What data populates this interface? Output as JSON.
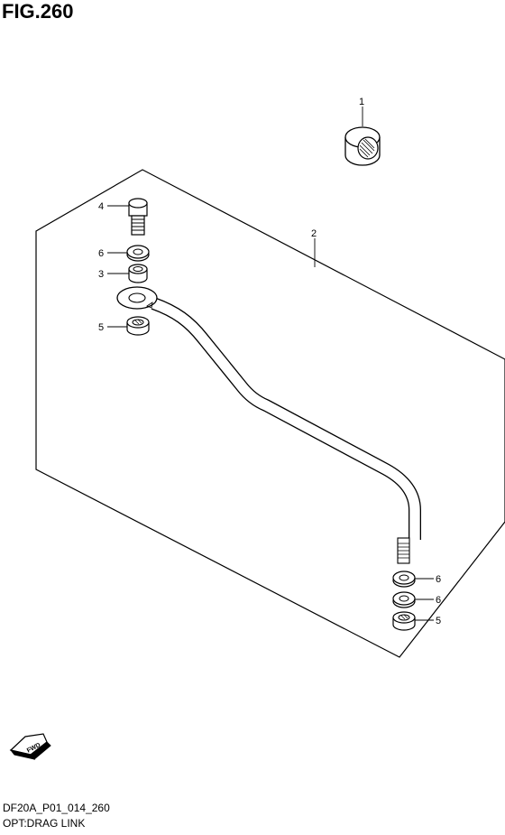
{
  "figure": {
    "title": "FIG.260",
    "code": "DF20A_P01_014_260",
    "description": "OPT:DRAG LINK"
  },
  "callouts": [
    {
      "id": "c1",
      "label": "1"
    },
    {
      "id": "c2",
      "label": "2"
    },
    {
      "id": "c3",
      "label": "3"
    },
    {
      "id": "c4",
      "label": "4"
    },
    {
      "id": "c5a",
      "label": "5"
    },
    {
      "id": "c5b",
      "label": "5"
    },
    {
      "id": "c6a",
      "label": "6"
    },
    {
      "id": "c6b",
      "label": "6"
    },
    {
      "id": "c6c",
      "label": "6"
    }
  ],
  "fwd_icon": {
    "label": "FWD",
    "icon": "forward-arrow-icon"
  }
}
